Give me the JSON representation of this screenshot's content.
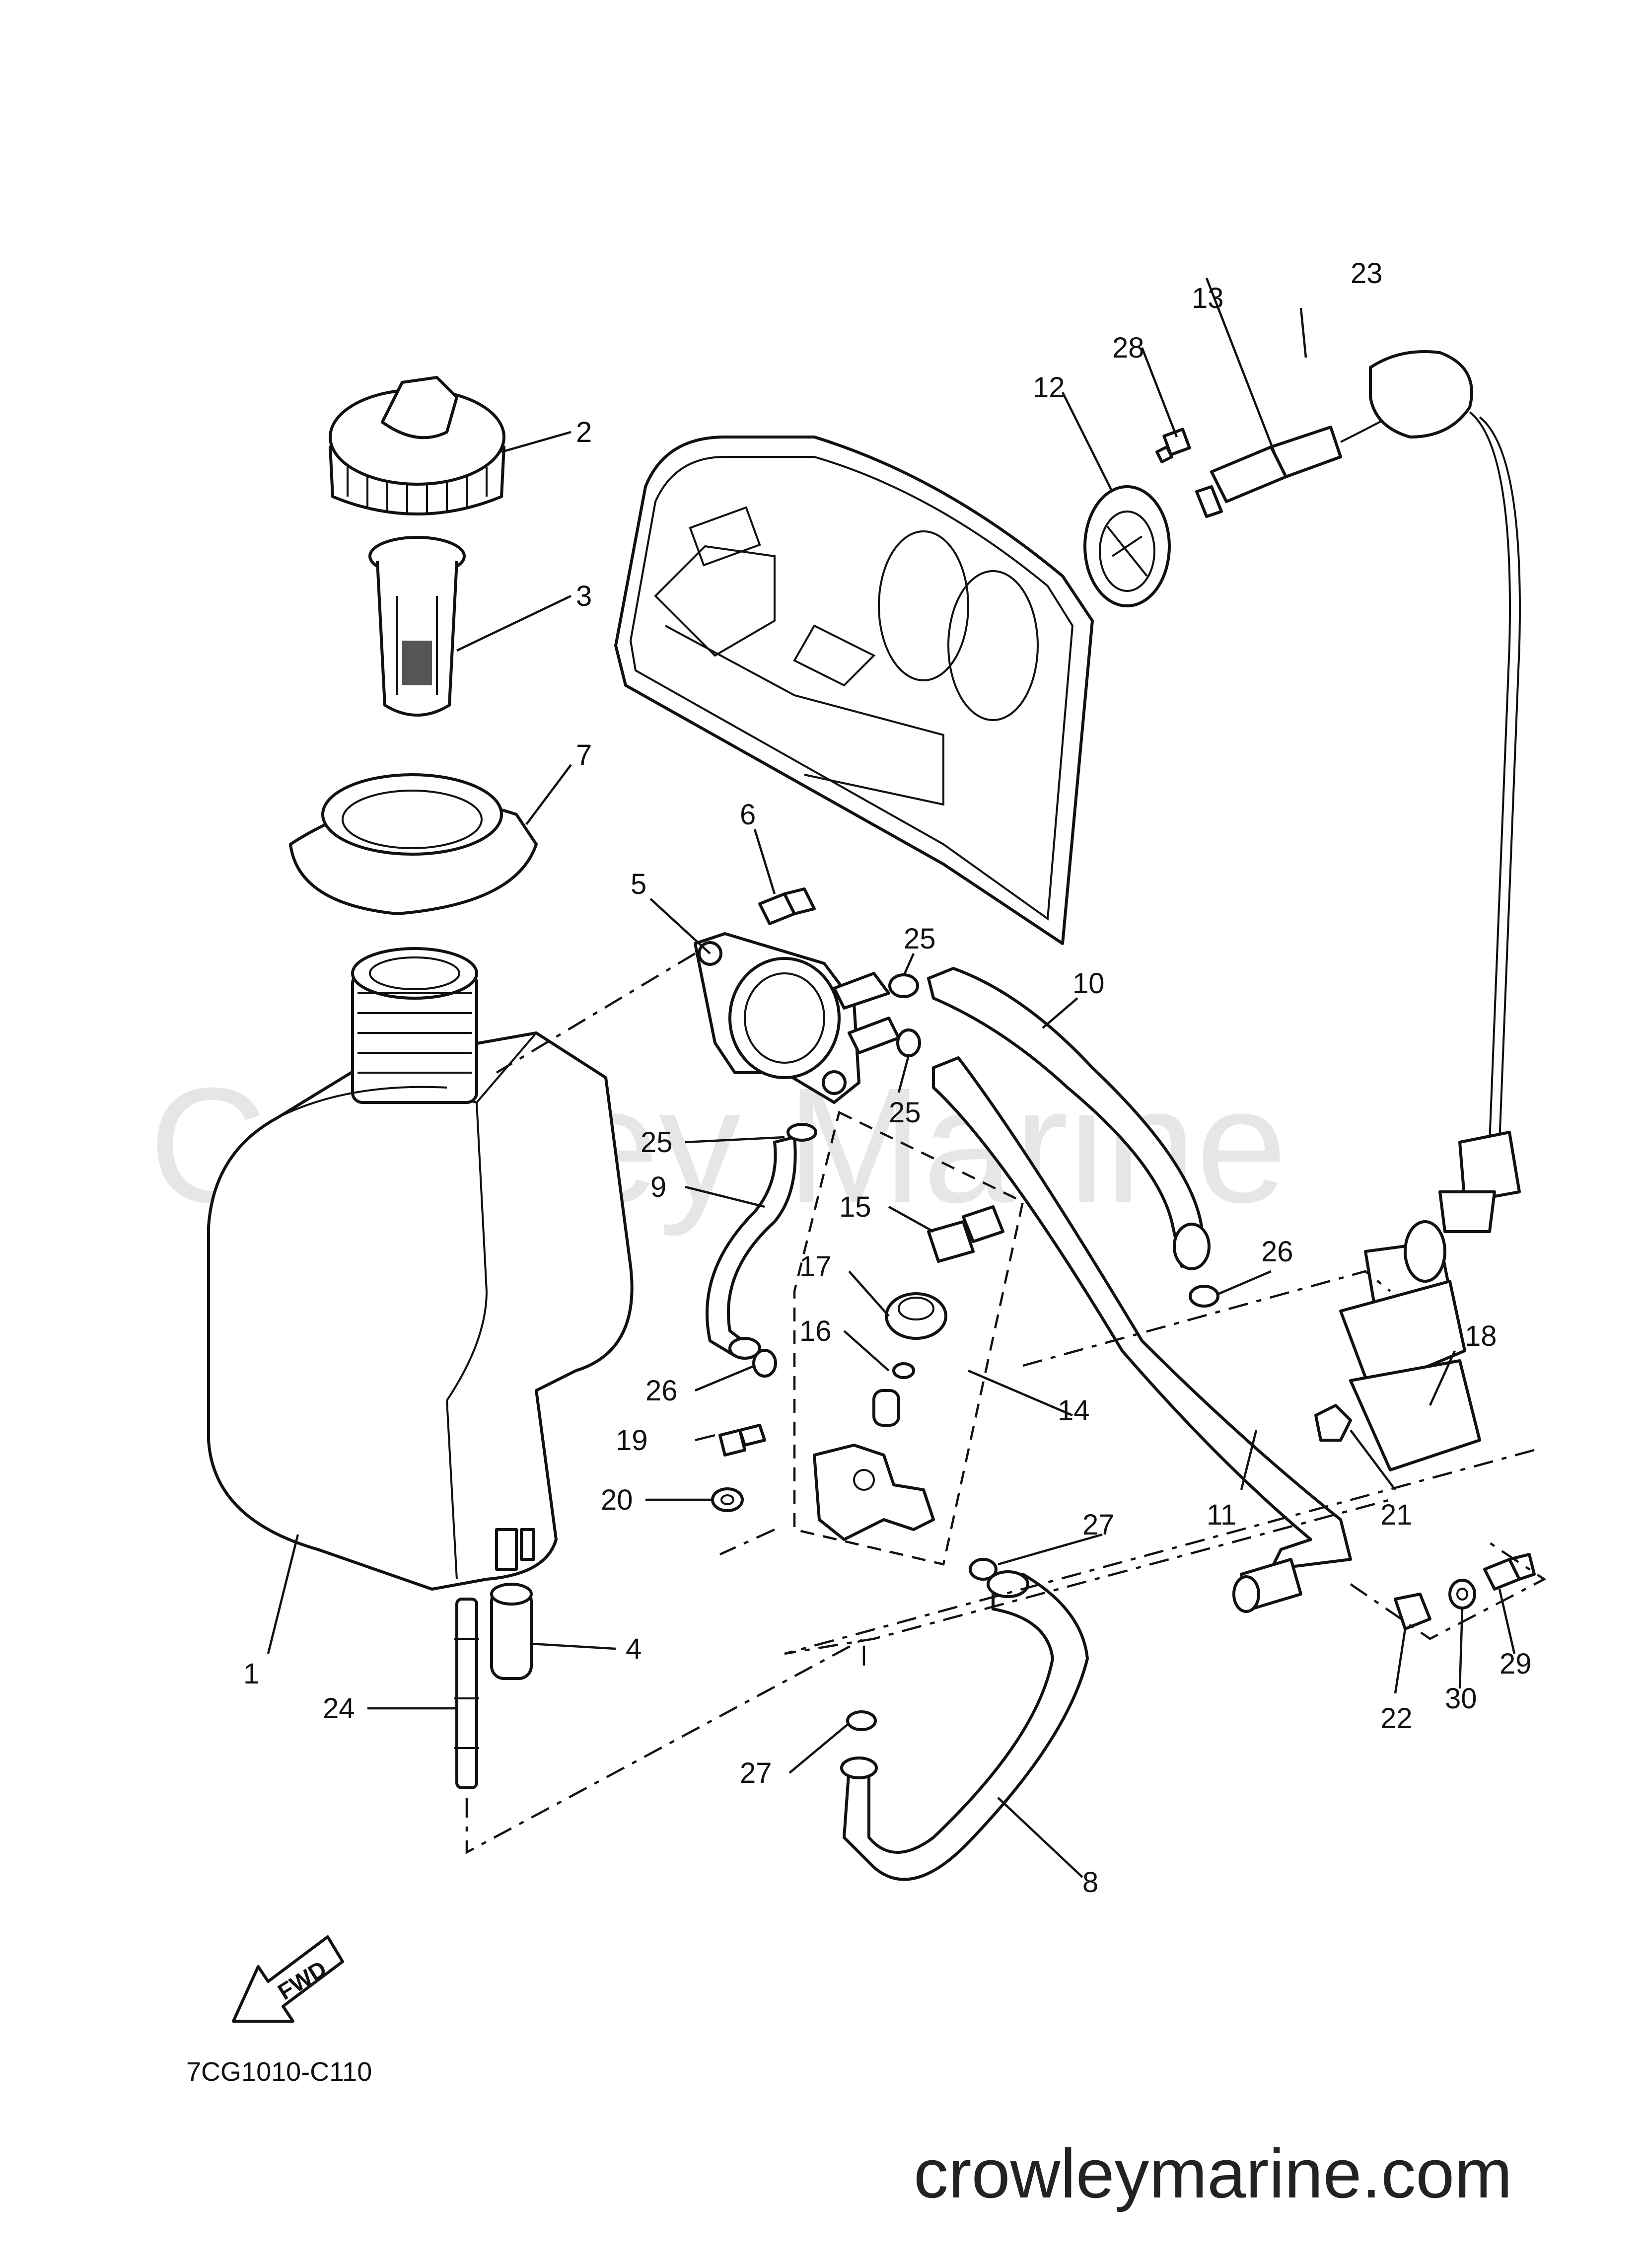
{
  "watermark": "Crowley Marine",
  "site_footer": "crowleymarine.com",
  "diagram_code": "7CG1010-C110",
  "fwd_label": "FWD",
  "callouts": {
    "c1": "1",
    "c2": "2",
    "c3": "3",
    "c4": "4",
    "c5": "5",
    "c6": "6",
    "c7": "7",
    "c8": "8",
    "c9": "9",
    "c10": "10",
    "c11": "11",
    "c12": "12",
    "c13": "13",
    "c14": "14",
    "c15": "15",
    "c16": "16",
    "c17": "17",
    "c18": "18",
    "c19": "19",
    "c20": "20",
    "c21": "21",
    "c22": "22",
    "c23": "23",
    "c24": "24",
    "c25a": "25",
    "c25b": "25",
    "c25c": "25",
    "c26a": "26",
    "c26b": "26",
    "c27a": "27",
    "c27b": "27",
    "c28": "28",
    "c29": "29",
    "c30": "30"
  }
}
